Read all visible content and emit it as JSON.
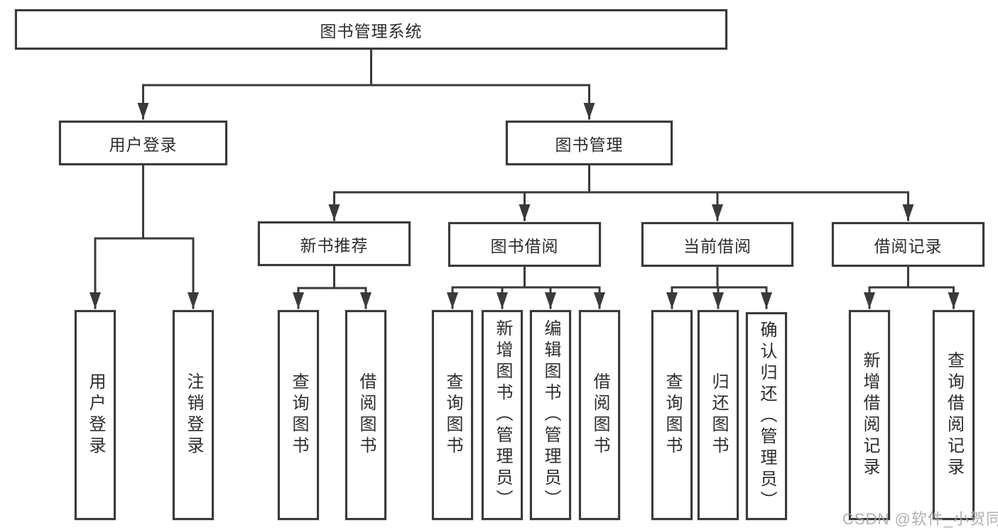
{
  "diagram_title": "图书管理系统",
  "tree": {
    "label": "图书管理系统",
    "children": [
      {
        "label": "用户登录",
        "children": [
          {
            "label": "用户登录"
          },
          {
            "label": "注销登录"
          }
        ]
      },
      {
        "label": "图书管理",
        "children": [
          {
            "label": "新书推荐",
            "children": [
              {
                "label": "查询图书"
              },
              {
                "label": "借阅图书"
              }
            ]
          },
          {
            "label": "图书借阅",
            "children": [
              {
                "label": "查询图书"
              },
              {
                "label": "新增图书（管理员）"
              },
              {
                "label": "编辑图书（管理员）"
              },
              {
                "label": "借阅图书"
              }
            ]
          },
          {
            "label": "当前借阅",
            "children": [
              {
                "label": "查询图书"
              },
              {
                "label": "归还图书"
              },
              {
                "label": "确认归还（管理员）"
              }
            ]
          },
          {
            "label": "借阅记录",
            "children": [
              {
                "label": "新增借阅记录"
              },
              {
                "label": "查询借阅记录"
              }
            ]
          }
        ]
      }
    ]
  },
  "watermark": "CSDN @软件_小贺同学",
  "colors": {
    "line": "#3a3a3a",
    "box_background": "#ffffff",
    "text": "#2d2d2d",
    "watermark": "#a5a5a5"
  }
}
